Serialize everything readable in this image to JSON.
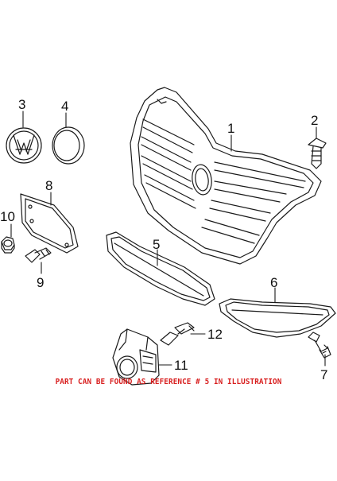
{
  "callouts": [
    "1",
    "2",
    "3",
    "4",
    "5",
    "6",
    "7",
    "8",
    "9",
    "10",
    "11",
    "12"
  ],
  "note": "PART CAN BE FOUND AS REFERENCE # 5 IN ILLUSTRATION",
  "colors": {
    "line": "#1a1a1a",
    "note": "#d81f1f",
    "background": "#ffffff"
  }
}
